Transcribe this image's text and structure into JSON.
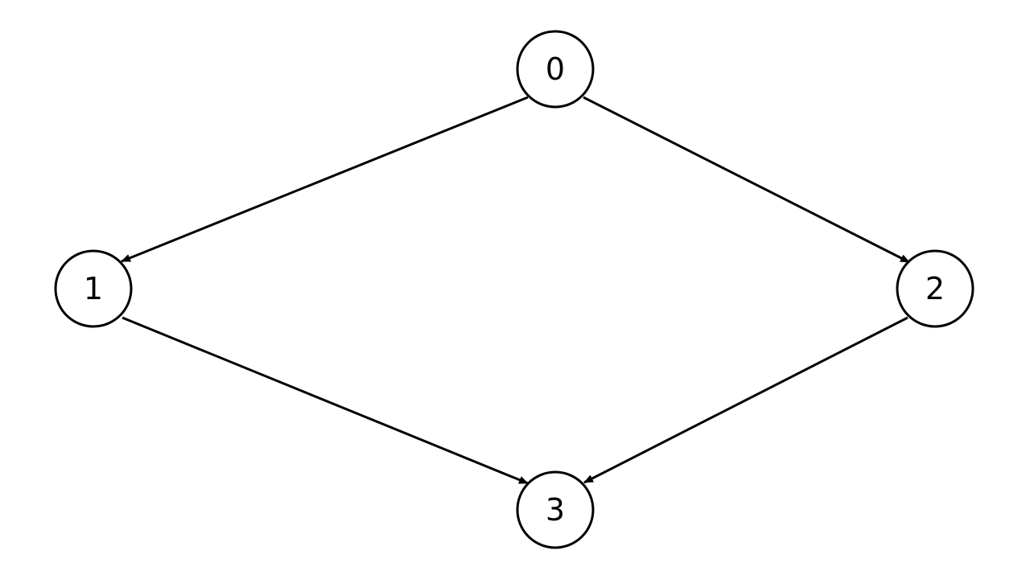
{
  "diagram": {
    "type": "directed-graph",
    "nodes": [
      {
        "id": "n0",
        "label": "0"
      },
      {
        "id": "n1",
        "label": "1"
      },
      {
        "id": "n2",
        "label": "2"
      },
      {
        "id": "n3",
        "label": "3"
      }
    ],
    "edges": [
      {
        "from": "n0",
        "to": "n1"
      },
      {
        "from": "n0",
        "to": "n2"
      },
      {
        "from": "n1",
        "to": "n3"
      },
      {
        "from": "n2",
        "to": "n3"
      }
    ],
    "colors": {
      "stroke": "#000000",
      "node_fill": "#ffffff",
      "background": "#ffffff"
    }
  }
}
